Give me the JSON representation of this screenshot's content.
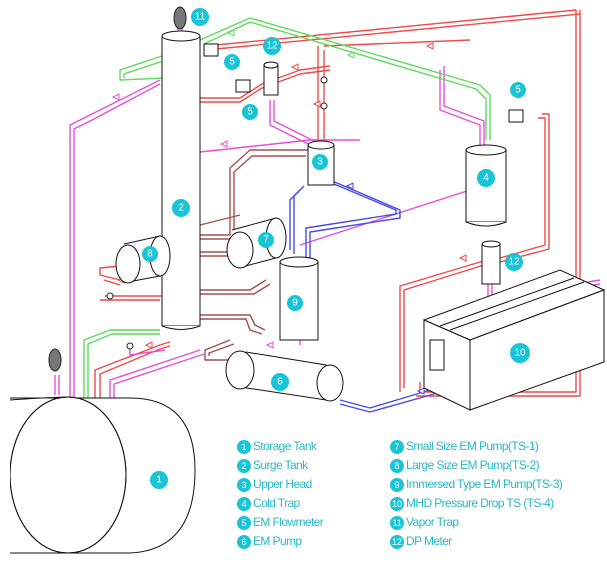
{
  "colors": {
    "red": "#f04a4a",
    "magenta": "#e64fd9",
    "green": "#5cdc5c",
    "blue": "#4a4ae6",
    "brown": "#a05050",
    "badge": "#19c4d6"
  },
  "components": {
    "c1": "1",
    "c2": "2",
    "c3": "3",
    "c4": "4",
    "c5": "5",
    "c6": "6",
    "c7": "7",
    "c8": "8",
    "c9": "9",
    "c10": "10",
    "c11": "11",
    "c12": "12"
  },
  "legend_left": [
    {
      "num": "1",
      "label": "Storage Tank"
    },
    {
      "num": "2",
      "label": "Surge Tank"
    },
    {
      "num": "3",
      "label": "Upper Head"
    },
    {
      "num": "4",
      "label": "Cold Trap"
    },
    {
      "num": "5",
      "label": "EM Flowmeter"
    },
    {
      "num": "6",
      "label": "EM Pump"
    }
  ],
  "legend_right": [
    {
      "num": "7",
      "label": "Small Size EM Pump(TS-1)"
    },
    {
      "num": "8",
      "label": "Large Size EM Pump(TS-2)"
    },
    {
      "num": "9",
      "label": "Immersed Type EM Pump(TS-3)"
    },
    {
      "num": "10",
      "label": "MHD Pressure Drop TS (TS-4)"
    },
    {
      "num": "11",
      "label": "Vapor Trap"
    },
    {
      "num": "12",
      "label": "DP Meter"
    }
  ]
}
